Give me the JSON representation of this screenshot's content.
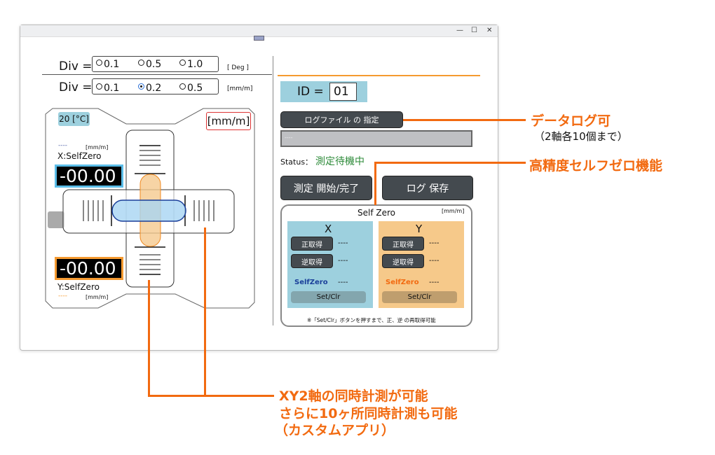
{
  "window": {
    "controls": [
      "—",
      "☐",
      "✕"
    ]
  },
  "deg_row": {
    "label": "Div =",
    "options": [
      "0.1",
      "0.5",
      "1.0"
    ],
    "selected": null,
    "unit": "[ Deg ]"
  },
  "mm_row": {
    "label": "Div =",
    "options": [
      "0.1",
      "0.2",
      "0.5"
    ],
    "selected": "0.2",
    "unit": "[mm/m]"
  },
  "gauge": {
    "temperature": "20 [°C]",
    "unit": "[mm/m]",
    "x": {
      "dash": "----",
      "unit": "[mm/m]",
      "label": "X:SelfZero",
      "value": "-00.00",
      "color": "#5bbde8"
    },
    "y": {
      "dash": "----",
      "unit": "[mm/m]",
      "label": "Y:SelfZero",
      "value": "-00.00",
      "color": "#f59a30"
    }
  },
  "right": {
    "id_label": "ID =",
    "id_value": "01",
    "log_file_button": "ログファイル の 指定",
    "log_path": "----",
    "status_label": "Status：",
    "status_value": "測定待機中",
    "start_button": "測定 開始/完了",
    "save_button": "ログ 保存",
    "selfzero": {
      "title": "Self  Zero",
      "unit": "[mm/m]",
      "x": {
        "title": "X",
        "forward": "正取得",
        "forward_value": "----",
        "reverse": "逆取得",
        "reverse_value": "----",
        "selfzero_label": "SelfZero",
        "selfzero_value": "----",
        "set_clr": "Set/Clr"
      },
      "y": {
        "title": "Y",
        "forward": "正取得",
        "forward_value": "----",
        "reverse": "逆取得",
        "reverse_value": "----",
        "selfzero_label": "SelfZero",
        "selfzero_value": "----",
        "set_clr": "Set/Clr"
      },
      "note": "※「Set/Clr」ボタンを押すまで、正、逆 の再取得可能"
    }
  },
  "annotations": {
    "log": "データログ可",
    "log_sub": "（2軸各10個まで）",
    "selfzero": "高精度セルフゼロ機能",
    "xy1": "XY2軸の同時計測が可能",
    "xy2": "さらに10ヶ所同時計測も可能",
    "xy3": "（カスタムアプリ）"
  },
  "colors": {
    "accent": "#f26a10",
    "x_panel": "#9dd0de",
    "y_panel": "#f6c98a",
    "status": "#2e8b3a"
  }
}
